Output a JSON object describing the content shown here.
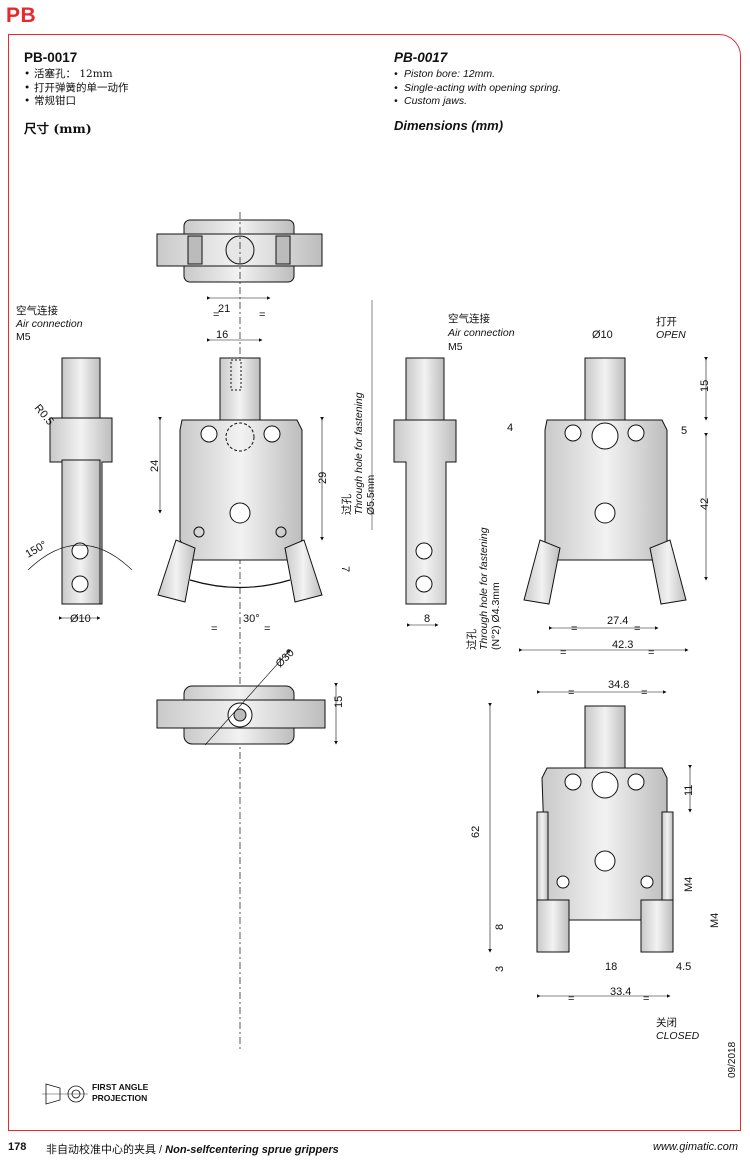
{
  "page": {
    "section_tag": "PB",
    "date": "09/2018",
    "page_number": "178",
    "footer_cn": "非自动校准中心的夹具 / ",
    "footer_en": "Non-selfcentering sprue grippers",
    "url": "www.gimatic.com"
  },
  "left": {
    "model": "PB-0017",
    "features": [
      "活塞孔： 12mm",
      "打开弹簧的单一动作",
      "常规钳口"
    ],
    "dims_title": "尺寸 (mm)"
  },
  "right": {
    "model": "PB-0017",
    "features": [
      "Piston bore: 12mm.",
      "Single-acting with opening spring.",
      "Custom jaws."
    ],
    "dims_title": "Dimensions (mm)"
  },
  "labels": {
    "air_cn": "空气连接",
    "air_en": "Air connection",
    "m5": "M5",
    "open_cn": "打开",
    "open_en": "OPEN",
    "closed_cn": "关闭",
    "closed_en": "CLOSED",
    "through_cn_1": "过孔",
    "through_en": "Through hole for fastening",
    "through_d1": "Ø5.5mm",
    "through_cn_2": "过孔",
    "through_d2": "(N°2) Ø4.3mm",
    "projection_1": "FIRST ANGLE",
    "projection_2": "PROJECTION"
  },
  "dimensions": {
    "d21": "21",
    "d16": "16",
    "d24": "24",
    "d29": "29",
    "r05": "R0.5",
    "a150": "150°",
    "d10a": "Ø10",
    "a30": "30°",
    "d30": "Ø30",
    "d15a": "15",
    "d10b": "Ø10",
    "d15b": "15",
    "d4": "4",
    "d5": "5",
    "d42": "42",
    "d7": "7",
    "d8": "8",
    "d274": "27.4",
    "d423": "42.3",
    "d348": "34.8",
    "d11": "11",
    "d62": "62",
    "m4a": "M4",
    "m4b": "M4",
    "d8b": "8",
    "d3": "3",
    "d18": "18",
    "d45": "4.5",
    "d334": "33.4",
    "eq": "="
  }
}
